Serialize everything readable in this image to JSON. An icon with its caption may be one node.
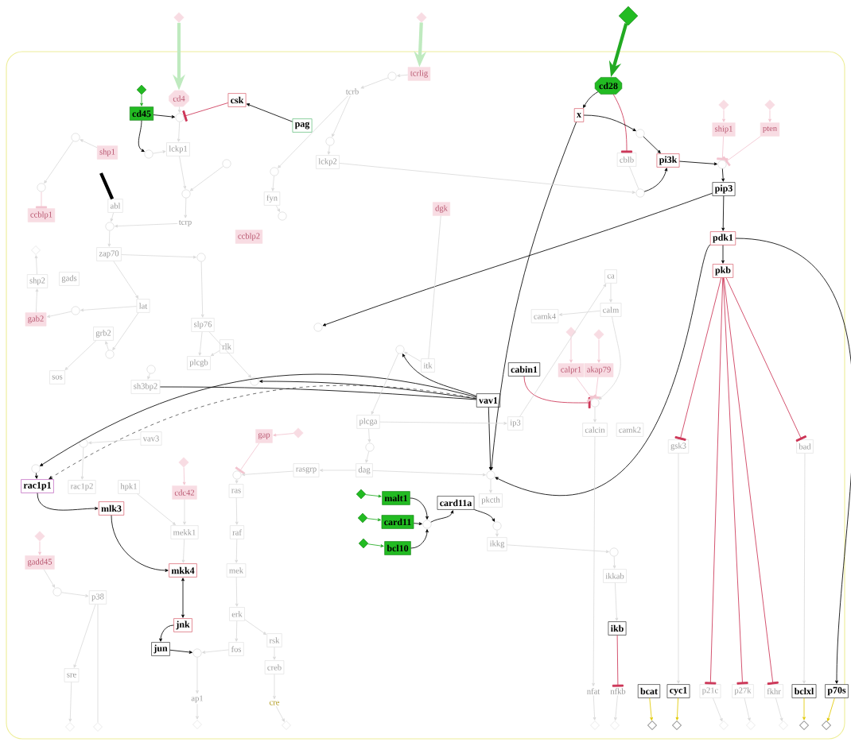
{
  "diagram": {
    "nodes": [
      {
        "text": [],
        "shape": "diamond"
      },
      {
        "text": [],
        "shape": "diamond"
      },
      {
        "text": [],
        "shape": "diamond"
      },
      {
        "text": [
          "cd4"
        ]
      },
      {
        "text": [
          "tcrlig"
        ]
      },
      {
        "text": [
          "tcrb"
        ]
      },
      {
        "text": [
          "cd28"
        ]
      },
      {
        "text": [],
        "shape": "diamond"
      },
      {
        "text": [
          "cd45"
        ]
      },
      {
        "text": [
          "csk"
        ]
      },
      {
        "text": [
          "pag"
        ]
      },
      {
        "text": [],
        "shape": "circle"
      },
      {
        "text": [
          "lckp1"
        ]
      },
      {
        "text": [
          "shp1"
        ]
      },
      {
        "text": [],
        "shape": "circle"
      },
      {
        "text": [],
        "shape": "circle"
      },
      {
        "text": [
          "x"
        ]
      },
      {
        "text": [],
        "shape": "diamond"
      },
      {
        "text": [],
        "shape": "diamond"
      },
      {
        "text": [
          "ship1"
        ]
      },
      {
        "text": [
          "pten"
        ]
      },
      {
        "text": [],
        "shape": "circle"
      },
      {
        "text": [
          "cblb"
        ]
      },
      {
        "text": [
          "pi3k"
        ]
      },
      {
        "text": [],
        "shape": "circle"
      },
      {
        "text": [
          "lckp2"
        ]
      },
      {
        "text": [],
        "shape": "circle"
      },
      {
        "text": [],
        "shape": "circle"
      },
      {
        "text": [
          "pip3"
        ]
      },
      {
        "text": [],
        "shape": "circle"
      },
      {
        "text": [
          "abl"
        ]
      },
      {
        "text": [
          "fyn"
        ]
      },
      {
        "text": [],
        "shape": "circle"
      },
      {
        "text": [],
        "shape": "circle"
      },
      {
        "text": [],
        "shape": "circle"
      },
      {
        "text": [
          "dgk"
        ]
      },
      {
        "text": [
          "ccblp1"
        ]
      },
      {
        "text": [],
        "shape": "circle"
      },
      {
        "text": [
          "tcrp"
        ]
      },
      {
        "text": [],
        "shape": "circle"
      },
      {
        "text": [],
        "shape": "circle"
      },
      {
        "text": [
          "ccblp2"
        ]
      },
      {
        "text": [
          "pdk1"
        ]
      },
      {
        "text": [
          "zap70"
        ]
      },
      {
        "text": [],
        "shape": "circle"
      },
      {
        "text": [],
        "shape": "diamond"
      },
      {
        "text": [
          "pkb"
        ]
      },
      {
        "text": [
          "ca"
        ]
      },
      {
        "text": [
          "shp2"
        ]
      },
      {
        "text": [
          "gads"
        ]
      },
      {
        "text": [
          "lat"
        ]
      },
      {
        "text": [],
        "shape": "circle"
      },
      {
        "text": [
          "calm"
        ]
      },
      {
        "text": [
          "camk4"
        ]
      },
      {
        "text": [
          "gab2"
        ]
      },
      {
        "text": [],
        "shape": "circle"
      },
      {
        "text": [
          "grb2"
        ]
      },
      {
        "text": [
          "slp76"
        ]
      },
      {
        "text": [],
        "shape": "diamond"
      },
      {
        "text": [],
        "shape": "diamond"
      },
      {
        "text": [
          "rlk"
        ]
      },
      {
        "text": [],
        "shape": "circle"
      },
      {
        "text": [
          "itk"
        ]
      },
      {
        "text": [
          "plcgb"
        ]
      },
      {
        "text": [],
        "shape": "circle"
      },
      {
        "text": [
          "cabin1"
        ]
      },
      {
        "text": [
          "calpr1"
        ]
      },
      {
        "text": [
          "akap79"
        ]
      },
      {
        "text": [
          "sos"
        ]
      },
      {
        "text": [],
        "shape": "circle"
      },
      {
        "text": [],
        "shape": "circle"
      },
      {
        "text": [
          "sh3bp2"
        ]
      },
      {
        "text": [
          "vav1"
        ]
      },
      {
        "text": [],
        "shape": "circle"
      },
      {
        "text": [
          "plcga"
        ]
      },
      {
        "text": [
          "ip3"
        ]
      },
      {
        "text": [
          "calcin"
        ]
      },
      {
        "text": [
          "camk2"
        ]
      },
      {
        "text": [],
        "shape": "circle"
      },
      {
        "text": [
          "vav3"
        ]
      },
      {
        "text": [
          "gap"
        ]
      },
      {
        "text": [],
        "shape": "diamond"
      },
      {
        "text": [],
        "shape": "circle"
      },
      {
        "text": [],
        "shape": "circle"
      },
      {
        "text": [
          "rasgrp"
        ]
      },
      {
        "text": [
          "dag"
        ]
      },
      {
        "text": [],
        "shape": "circle"
      },
      {
        "text": [],
        "shape": "diamond"
      },
      {
        "text": [],
        "shape": "circle"
      },
      {
        "text": [
          "gsk3"
        ]
      },
      {
        "text": [
          "bad"
        ]
      },
      {
        "text": [
          "rac1p1"
        ]
      },
      {
        "text": [
          "rac1p2"
        ]
      },
      {
        "text": [
          "hpk1"
        ]
      },
      {
        "text": [
          "cdc42"
        ]
      },
      {
        "text": [
          "ras"
        ]
      },
      {
        "text": [
          "pkcth"
        ]
      },
      {
        "text": [],
        "shape": "diamond"
      },
      {
        "text": [
          "malt1"
        ]
      },
      {
        "text": [
          "card11a"
        ]
      },
      {
        "text": [
          "mlk3"
        ]
      },
      {
        "text": [],
        "shape": "diamond"
      },
      {
        "text": [
          "card11"
        ]
      },
      {
        "text": [],
        "shape": "circle"
      },
      {
        "text": [],
        "shape": "circle"
      },
      {
        "text": [
          "mekk1"
        ]
      },
      {
        "text": [
          "raf"
        ]
      },
      {
        "text": [],
        "shape": "diamond"
      },
      {
        "text": [
          "ikkg"
        ]
      },
      {
        "text": [],
        "shape": "diamond"
      },
      {
        "text": [
          "bcl10"
        ]
      },
      {
        "text": [],
        "shape": "circle"
      },
      {
        "text": [
          "gadd45"
        ]
      },
      {
        "text": [
          "mkk4"
        ]
      },
      {
        "text": [
          "mek"
        ]
      },
      {
        "text": [
          "ikkab"
        ]
      },
      {
        "text": [],
        "shape": "circle"
      },
      {
        "text": [
          "p38"
        ]
      },
      {
        "text": [
          "erk"
        ]
      },
      {
        "text": [
          "jnk"
        ]
      },
      {
        "text": [
          "ikb"
        ]
      },
      {
        "text": [
          "rsk"
        ]
      },
      {
        "text": [
          "jun"
        ]
      },
      {
        "text": [],
        "shape": "circle"
      },
      {
        "text": [
          "fos"
        ]
      },
      {
        "text": [
          "creb"
        ]
      },
      {
        "text": [
          "sre"
        ]
      },
      {
        "text": [
          "nfat"
        ]
      },
      {
        "text": [
          "nfkb"
        ]
      },
      {
        "text": [
          "bcat"
        ]
      },
      {
        "text": [
          "cyc1"
        ]
      },
      {
        "text": [
          "p21c"
        ]
      },
      {
        "text": [
          "p27k"
        ]
      },
      {
        "text": [
          "fkhr"
        ]
      },
      {
        "text": [
          "bclxl"
        ]
      },
      {
        "text": [
          "p70s"
        ]
      },
      {
        "text": [
          "ap1"
        ]
      },
      {
        "text": [
          "cre"
        ]
      },
      {
        "text": [],
        "shape": "diamond"
      },
      {
        "text": [],
        "shape": "diamond"
      },
      {
        "text": [],
        "shape": "diamond"
      },
      {
        "text": [],
        "shape": "diamond"
      },
      {
        "text": [],
        "shape": "diamond"
      },
      {
        "text": [],
        "shape": "diamond"
      },
      {
        "text": [],
        "shape": "diamond"
      },
      {
        "text": [],
        "shape": "diamond"
      },
      {
        "text": [],
        "shape": "diamond"
      },
      {
        "text": [],
        "shape": "diamond"
      },
      {
        "text": [],
        "shape": "diamond"
      },
      {
        "text": [],
        "shape": "diamond"
      },
      {
        "text": [],
        "shape": "diamond"
      }
    ],
    "edges": [
      {
        "from": 2,
        "to": 6,
        "arrow": "to",
        "style": "thick",
        "color": "#22aa22"
      },
      {
        "from": 0,
        "to": 3,
        "arrow": "to",
        "style": "thick",
        "color": "#bfeabf"
      },
      {
        "from": 1,
        "to": 4,
        "arrow": "to",
        "style": "thick",
        "color": "#bfeabf"
      },
      {
        "from": 7,
        "to": 8,
        "arrow": "to",
        "color": "#22aa22"
      },
      {
        "from": 8,
        "to": 11,
        "arrow": "to",
        "color": "#000000"
      },
      {
        "from": 8,
        "to": 14,
        "arrow": "to",
        "color": "#000000"
      },
      {
        "from": 10,
        "to": 9,
        "arrow": "to",
        "color": "#000000"
      },
      {
        "from": 9,
        "to": 11,
        "arrow": "other",
        "color": "#cc3355"
      },
      {
        "from": null,
        "to": 30,
        "arrow": "none",
        "style": "thick",
        "color": "#000000"
      },
      {
        "from": 6,
        "to": 16,
        "arrow": "to",
        "color": "#000000"
      },
      {
        "from": 6,
        "to": 22,
        "arrow": "other",
        "color": "#cc3355"
      },
      {
        "from": 16,
        "to": 21,
        "arrow": "to",
        "color": "#000000"
      },
      {
        "from": 21,
        "to": 23,
        "arrow": "to",
        "color": "#000000"
      },
      {
        "from": 29,
        "to": 23,
        "arrow": "to",
        "color": "#000000"
      },
      {
        "from": 23,
        "to": 24,
        "arrow": "to",
        "color": "#000000"
      },
      {
        "from": 24,
        "to": 28,
        "arrow": "to",
        "color": "#000000"
      },
      {
        "from": 28,
        "to": 42,
        "arrow": "to",
        "color": "#000000"
      },
      {
        "from": 42,
        "to": 46,
        "arrow": "to",
        "color": "#000000"
      },
      {
        "from": 28,
        "to": 55,
        "arrow": "to",
        "color": "#000000"
      },
      {
        "from": 16,
        "to": 88,
        "arrow": "to",
        "color": "#000000"
      },
      {
        "from": 42,
        "to": 88,
        "arrow": "to",
        "color": "#000000"
      },
      {
        "from": 42,
        "to": 135,
        "arrow": "to",
        "color": "#000000"
      },
      {
        "from": 46,
        "to": 89,
        "arrow": "other",
        "color": "#cc3355"
      },
      {
        "from": 46,
        "to": 131,
        "arrow": "other",
        "color": "#cc3355"
      },
      {
        "from": 46,
        "to": 132,
        "arrow": "other",
        "color": "#cc3355"
      },
      {
        "from": 46,
        "to": 133,
        "arrow": "other",
        "color": "#cc3355"
      },
      {
        "from": 46,
        "to": 90,
        "arrow": "other",
        "color": "#cc3355"
      },
      {
        "from": 72,
        "to": 61,
        "arrow": "to",
        "color": "#000000"
      },
      {
        "from": 72,
        "to": 70,
        "arrow": "to",
        "color": "#000000"
      },
      {
        "from": 72,
        "to": 71,
        "arrow": "none",
        "color": "#000000"
      },
      {
        "from": 72,
        "to": 83,
        "arrow": "to",
        "color": "#000000"
      },
      {
        "from": 72,
        "to": 91,
        "arrow": "to",
        "style": "dashed",
        "color": "#000000"
      },
      {
        "from": 83,
        "to": 91,
        "arrow": "to",
        "color": "#000000"
      },
      {
        "from": 72,
        "to": 88,
        "arrow": "to",
        "color": "#000000"
      },
      {
        "from": 65,
        "to": 73,
        "arrow": "other",
        "color": "#cc3355"
      },
      {
        "from": 91,
        "to": 100,
        "arrow": "to",
        "color": "#000000"
      },
      {
        "from": 100,
        "to": 113,
        "arrow": "to",
        "color": "#000000"
      },
      {
        "from": 113,
        "to": 119,
        "arrow": "both",
        "color": "#000000"
      },
      {
        "from": 119,
        "to": 122,
        "arrow": "to",
        "color": "#000000"
      },
      {
        "from": 122,
        "to": 123,
        "arrow": "to",
        "color": "#000000"
      },
      {
        "from": 97,
        "to": 98,
        "arrow": "to",
        "color": "#22aa22"
      },
      {
        "from": 101,
        "to": 102,
        "arrow": "to",
        "color": "#22aa22"
      },
      {
        "from": 109,
        "to": 110,
        "arrow": "to",
        "color": "#22aa22"
      },
      {
        "from": 98,
        "to": 103,
        "arrow": "to",
        "color": "#000000"
      },
      {
        "from": 102,
        "to": 103,
        "arrow": "to",
        "color": "#000000"
      },
      {
        "from": 110,
        "to": 103,
        "arrow": "to",
        "color": "#000000"
      },
      {
        "from": 103,
        "to": 99,
        "arrow": "to",
        "color": "#000000"
      },
      {
        "from": 99,
        "to": 104,
        "arrow": "to",
        "color": "#000000"
      },
      {
        "from": 120,
        "to": 128,
        "arrow": "other",
        "color": "#cc3355"
      },
      {
        "from": 129,
        "to": 144,
        "arrow": "to",
        "color": "#e0c800"
      },
      {
        "from": 130,
        "to": 145,
        "arrow": "to",
        "color": "#e0c800"
      },
      {
        "from": 134,
        "to": 149,
        "arrow": "to",
        "color": "#e0c800"
      },
      {
        "from": 135,
        "to": 150,
        "arrow": "to",
        "color": "#e0c800"
      },
      {
        "from": 81,
        "to": 80,
        "arrow": "to",
        "color": "#f2c4cf"
      },
      {
        "from": 80,
        "to": 86,
        "arrow": "other",
        "color": "#f2c4cf"
      },
      {
        "from": 17,
        "to": 19,
        "arrow": "to",
        "color": "#f2c4cf"
      },
      {
        "from": 18,
        "to": 20,
        "arrow": "to",
        "color": "#f2c4cf"
      },
      {
        "from": 19,
        "to": 24,
        "arrow": "other",
        "color": "#f2c4cf"
      },
      {
        "from": 20,
        "to": 24,
        "arrow": "other",
        "color": "#f2c4cf"
      },
      {
        "from": 58,
        "to": 66,
        "arrow": "to",
        "color": "#f2c4cf"
      },
      {
        "from": 59,
        "to": 67,
        "arrow": "to",
        "color": "#f2c4cf"
      },
      {
        "from": 66,
        "to": 73,
        "arrow": "other",
        "color": "#f2c4cf"
      },
      {
        "from": 67,
        "to": 73,
        "arrow": "other",
        "color": "#f2c4cf"
      },
      {
        "from": 87,
        "to": 94,
        "arrow": "to",
        "color": "#f2c4cf"
      },
      {
        "from": 107,
        "to": 112,
        "arrow": "to",
        "color": "#f2c4cf"
      },
      {
        "from": 37,
        "to": 36,
        "arrow": "other",
        "color": "#f2c4cf"
      },
      {
        "from": 4,
        "to": 26,
        "arrow": "to"
      },
      {
        "from": 26,
        "to": 5,
        "arrow": "to"
      },
      {
        "from": 3,
        "to": 11,
        "arrow": "to"
      },
      {
        "from": 11,
        "to": 12,
        "arrow": "to"
      },
      {
        "from": 14,
        "to": 12,
        "arrow": "to"
      },
      {
        "from": 13,
        "to": 15,
        "arrow": "to"
      },
      {
        "from": 5,
        "to": 27,
        "arrow": "to"
      },
      {
        "from": 27,
        "to": 25,
        "arrow": "to"
      },
      {
        "from": 5,
        "to": 34,
        "arrow": "to"
      },
      {
        "from": 34,
        "to": 31,
        "arrow": "to"
      },
      {
        "from": 12,
        "to": 33,
        "arrow": "to"
      },
      {
        "from": 33,
        "to": 38,
        "arrow": "to"
      },
      {
        "from": 38,
        "to": 39,
        "arrow": "to"
      },
      {
        "from": 30,
        "to": 39,
        "arrow": "to"
      },
      {
        "from": 39,
        "to": 43,
        "arrow": "to"
      },
      {
        "from": 43,
        "to": 44,
        "arrow": "to"
      },
      {
        "from": 44,
        "to": 57,
        "arrow": "to"
      },
      {
        "from": 43,
        "to": 50,
        "arrow": "to"
      },
      {
        "from": 50,
        "to": 51,
        "arrow": "to"
      },
      {
        "from": 51,
        "to": 54,
        "arrow": "to"
      },
      {
        "from": 54,
        "to": 48,
        "arrow": "to"
      },
      {
        "from": 48,
        "to": 45,
        "arrow": "to"
      },
      {
        "from": 15,
        "to": 37,
        "arrow": "to"
      },
      {
        "from": 50,
        "to": 64,
        "arrow": "to"
      },
      {
        "from": 64,
        "to": 56,
        "arrow": "to"
      },
      {
        "from": 56,
        "to": 68,
        "arrow": "to"
      },
      {
        "from": 57,
        "to": 63,
        "arrow": "to"
      },
      {
        "from": 60,
        "to": 63,
        "arrow": "to"
      },
      {
        "from": 57,
        "to": 70,
        "arrow": "to"
      },
      {
        "from": 69,
        "to": 71,
        "arrow": "to"
      },
      {
        "from": 62,
        "to": 61,
        "arrow": "to"
      },
      {
        "from": 61,
        "to": 74,
        "arrow": "to"
      },
      {
        "from": 74,
        "to": 75,
        "arrow": "to"
      },
      {
        "from": 74,
        "to": 82,
        "arrow": "to"
      },
      {
        "from": 82,
        "to": 85,
        "arrow": "to"
      },
      {
        "from": 85,
        "to": 84,
        "arrow": "to"
      },
      {
        "from": 84,
        "to": 86,
        "arrow": "to"
      },
      {
        "from": 86,
        "to": 95,
        "arrow": "to"
      },
      {
        "from": 95,
        "to": 106,
        "arrow": "to"
      },
      {
        "from": 106,
        "to": 114,
        "arrow": "to"
      },
      {
        "from": 114,
        "to": 118,
        "arrow": "to"
      },
      {
        "from": 118,
        "to": 121,
        "arrow": "to"
      },
      {
        "from": 121,
        "to": 125,
        "arrow": "to"
      },
      {
        "from": 125,
        "to": 137,
        "arrow": "to"
      },
      {
        "from": 118,
        "to": 124,
        "arrow": "to"
      },
      {
        "from": 124,
        "to": 123,
        "arrow": "to"
      },
      {
        "from": 123,
        "to": 136,
        "arrow": "to"
      },
      {
        "from": 94,
        "to": 105,
        "arrow": "to"
      },
      {
        "from": 93,
        "to": 105,
        "arrow": "to"
      },
      {
        "from": 105,
        "to": 113,
        "arrow": "to"
      },
      {
        "from": 112,
        "to": 116,
        "arrow": "to"
      },
      {
        "from": 116,
        "to": 117,
        "arrow": "to"
      },
      {
        "from": 117,
        "to": 126,
        "arrow": "to"
      },
      {
        "from": 79,
        "to": 78,
        "arrow": "to"
      },
      {
        "from": 78,
        "to": 92,
        "arrow": "to"
      },
      {
        "from": 85,
        "to": 88,
        "arrow": "to"
      },
      {
        "from": 88,
        "to": 96,
        "arrow": "to"
      },
      {
        "from": 104,
        "to": 108,
        "arrow": "to"
      },
      {
        "from": 108,
        "to": 111,
        "arrow": "to"
      },
      {
        "from": 111,
        "to": 115,
        "arrow": "to"
      },
      {
        "from": 115,
        "to": 120,
        "arrow": "to"
      },
      {
        "from": 75,
        "to": 47,
        "arrow": "to"
      },
      {
        "from": 47,
        "to": 52,
        "arrow": "to"
      },
      {
        "from": 52,
        "to": 53,
        "arrow": "to"
      },
      {
        "from": 52,
        "to": 73,
        "arrow": "to"
      },
      {
        "from": 73,
        "to": 76,
        "arrow": "to"
      },
      {
        "from": 76,
        "to": 127,
        "arrow": "to"
      },
      {
        "from": 89,
        "to": 130,
        "arrow": "to"
      },
      {
        "from": 90,
        "to": 134,
        "arrow": "to"
      },
      {
        "from": 127,
        "to": 142,
        "arrow": "to"
      },
      {
        "from": 128,
        "to": 143,
        "arrow": "to"
      },
      {
        "from": 131,
        "to": 146,
        "arrow": "to"
      },
      {
        "from": 132,
        "to": 147,
        "arrow": "to"
      },
      {
        "from": 133,
        "to": 148,
        "arrow": "to"
      },
      {
        "from": 136,
        "to": 140,
        "arrow": "to"
      },
      {
        "from": 137,
        "to": 141,
        "arrow": "to"
      },
      {
        "from": 126,
        "to": 138,
        "arrow": "to"
      },
      {
        "from": 117,
        "to": 139,
        "arrow": "none"
      },
      {
        "from": 31,
        "to": 40,
        "arrow": "to"
      },
      {
        "from": 32,
        "to": 33,
        "arrow": "to"
      },
      {
        "from": 25,
        "to": 29,
        "arrow": "to"
      },
      {
        "from": 22,
        "to": 29,
        "arrow": "none"
      },
      {
        "from": 35,
        "to": 62,
        "arrow": "none"
      }
    ]
  }
}
